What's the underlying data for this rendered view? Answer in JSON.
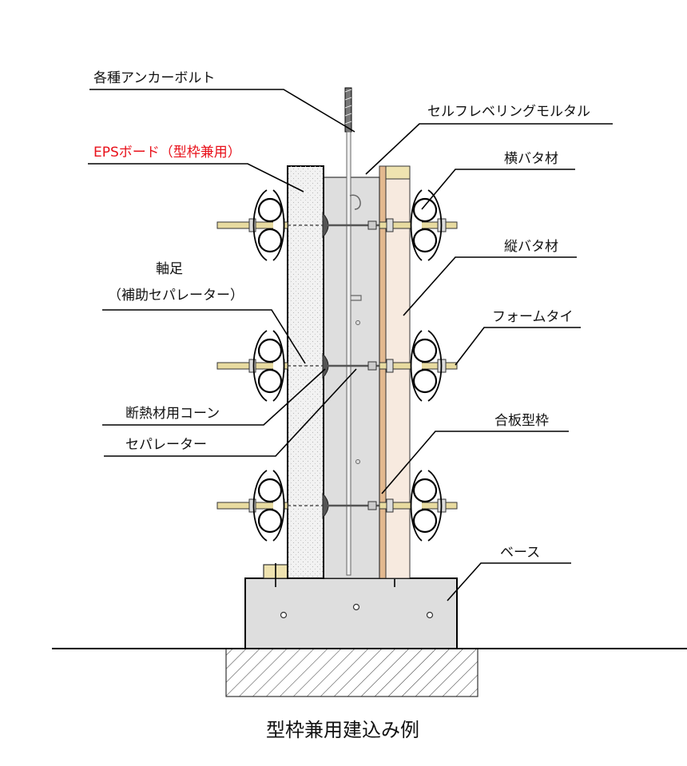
{
  "diagram": {
    "caption": "型枠兼用建込み例",
    "labels": {
      "anchor_bolt": "各種アンカーボルト",
      "eps_board": "EPSボード（型枠兼用）",
      "self_leveling_mortar": "セルフレベリングモルタル",
      "horizontal_batten": "横バタ材",
      "vertical_batten": "縦バタ材",
      "axial_foot_1": "軸足",
      "axial_foot_2": "（補助セパレーター）",
      "form_tie": "フォームタイ",
      "insulation_cone": "断熱材用コーン",
      "separator": "セパレーター",
      "plywood_form": "合板型枠",
      "base": "ベース"
    },
    "colors": {
      "eps_label": "#e8101a",
      "eps_board": "#f2f2f2",
      "concrete": "#dedede",
      "plywood_face": "#f7eadf",
      "plywood_edge": "#e3b98f",
      "tie_rod": "#e8dba0"
    }
  }
}
